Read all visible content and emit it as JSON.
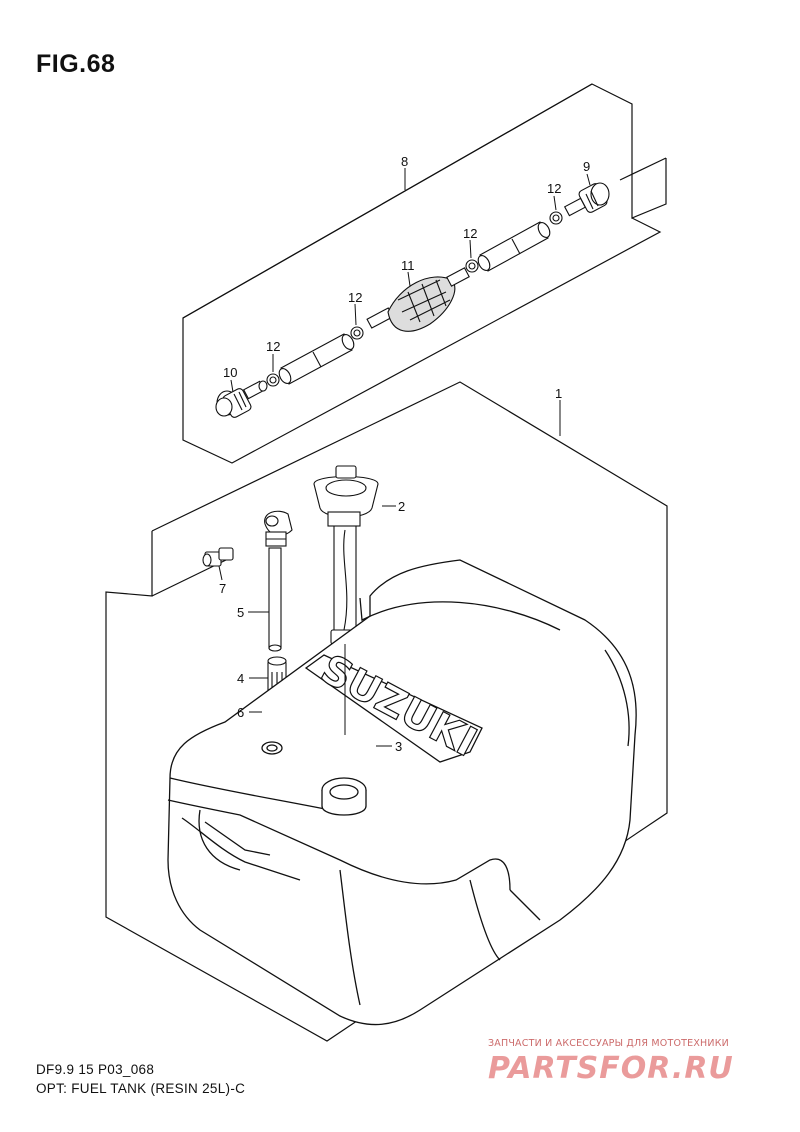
{
  "figure": {
    "title": "FIG.68"
  },
  "callouts": {
    "c1": "1",
    "c2": "2",
    "c3": "3",
    "c4": "4",
    "c5": "5",
    "c6": "6",
    "c7": "7",
    "c8": "8",
    "c9": "9",
    "c10": "10",
    "c11": "11",
    "c12a": "12",
    "c12b": "12",
    "c12c": "12",
    "c12d": "12"
  },
  "tank": {
    "brand": "SUZUKI"
  },
  "footer": {
    "model": "DF9.9 15 P03_068",
    "caption": "OPT: FUEL TANK (RESIN 25L)-C"
  },
  "watermark": {
    "subtitle": "ЗАПЧАСТИ И АКСЕССУАРЫ ДЛЯ МОТОТЕХНИКИ",
    "site": "PARTSFOR.RU"
  }
}
